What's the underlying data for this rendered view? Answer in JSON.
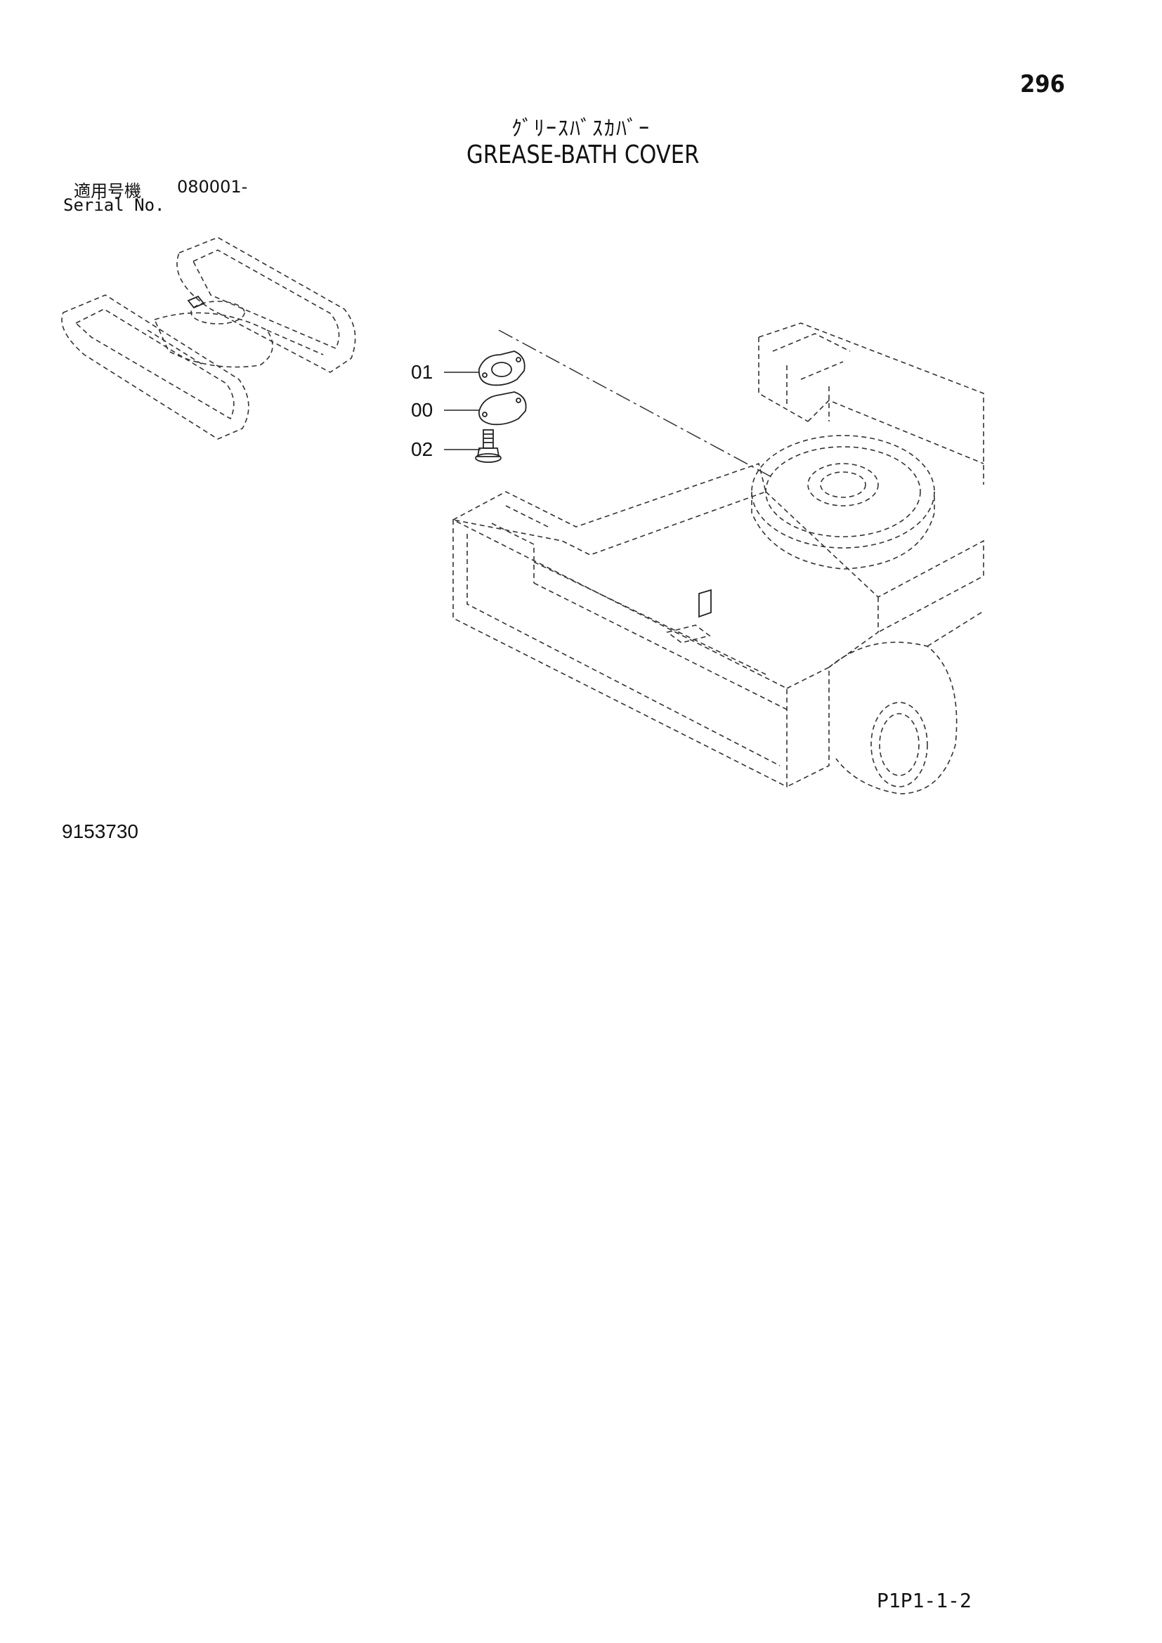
{
  "page": {
    "number": "296",
    "title_jp": "ｸﾞﾘｰｽﾊﾞｽｶﾊﾞｰ",
    "title_en": "GREASE-BATH COVER",
    "serial_label_jp": "適用号機",
    "serial_value": "080001-",
    "serial_label_en": "Serial No.",
    "figure_number": "9153730",
    "footer_code": "P1P1-1-2"
  },
  "callouts": [
    {
      "label": "01",
      "part": "gasket"
    },
    {
      "label": "00",
      "part": "cover"
    },
    {
      "label": "02",
      "part": "bolt"
    }
  ]
}
